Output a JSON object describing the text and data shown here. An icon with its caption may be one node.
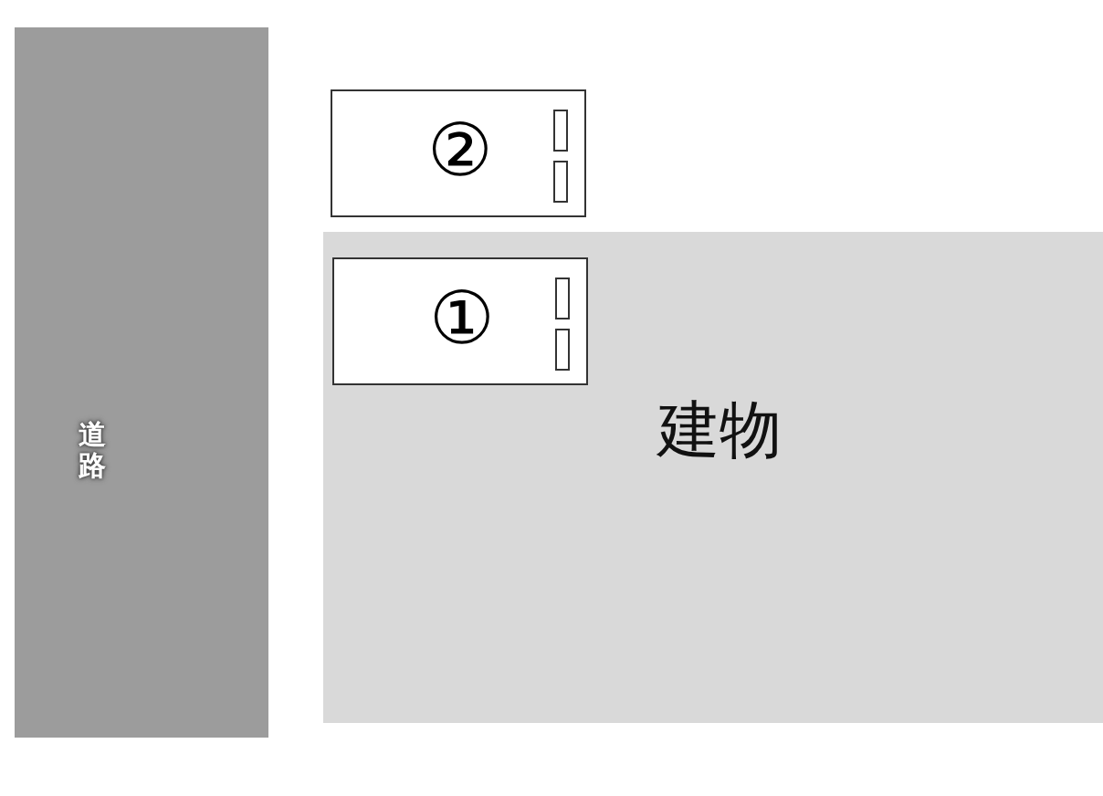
{
  "diagram": {
    "nodes": [
      {
        "text": [
          "道路"
        ]
      },
      {
        "text": [
          "②"
        ]
      },
      {
        "text": [
          "建物"
        ]
      },
      {
        "text": [
          "①"
        ],
        "in": 2
      }
    ]
  }
}
